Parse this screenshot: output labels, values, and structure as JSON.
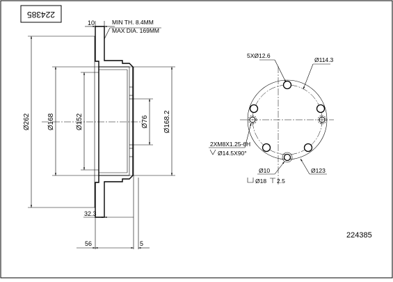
{
  "part_number": "224385",
  "part_number_stamp": "224385",
  "labels": {
    "min_th": "MIN TH. 8.4MM",
    "max_dia": "MAX DIA. 169MM",
    "thickness_10": "10",
    "dia_262": "Ø262",
    "dia_168": "Ø168",
    "dia_152": "Ø152",
    "dia_76": "Ø76",
    "dia_1682": "Ø168.2",
    "dim_323": "32.3",
    "dim_56": "56",
    "dim_5": "5",
    "holes_5x": "5XØ12.6",
    "pcd_1143": "Ø114.3",
    "thread": "2XM8X1.25-6H",
    "countersink": "Ø14.5X90°",
    "dia_10": "Ø10",
    "counterbore": "Ø18",
    "cb_depth": "2.5",
    "dia_123": "Ø123"
  }
}
